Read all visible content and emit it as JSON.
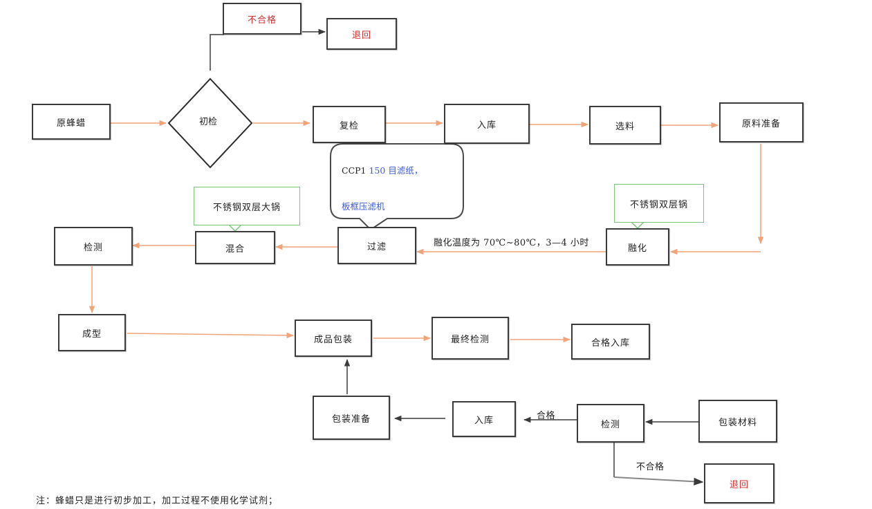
{
  "nodes": {
    "raw_wax": "原蜂蜡",
    "initial_check": "初检",
    "recheck": "复检",
    "storage_1": "入库",
    "pick_material": "选料",
    "raw_material_prep": "原料准备",
    "melting": "融化",
    "filtering": "过滤",
    "mixing": "混合",
    "testing_1": "检测",
    "forming": "成型",
    "product_packaging": "成品包装",
    "final_testing": "最终检测",
    "qualified_storage": "合格入库",
    "packaging_material": "包装材料",
    "testing_2": "检测",
    "storage_2": "入库",
    "packaging_prep": "包装准备",
    "unqualified_top": "不合格",
    "return_top": "退回",
    "return_bottom": "退回"
  },
  "callouts": {
    "ss_double_pot_top": "不锈钢双层大锅",
    "ss_double_pot_right": "不锈钢双层锅",
    "ccp_prefix": "CCP1",
    "ccp_mesh": "150 目滤纸，",
    "plate_press": "板框压滤机"
  },
  "edge_labels": {
    "melt_temp": "融化温度为 70℃~80℃，3—4 小时",
    "qualified": "合格",
    "unqualified_bottom": "不合格"
  },
  "note": "注：蜂蜡只是进行初步加工，加工过程不使用化学试剂；",
  "colors": {
    "arrow_orange": "#f0a478",
    "arrow_dark": "#3a3a3a",
    "return_red": "#d03030",
    "callout_green": "#7cc47c",
    "callout_blue": "#3b5bd6"
  }
}
